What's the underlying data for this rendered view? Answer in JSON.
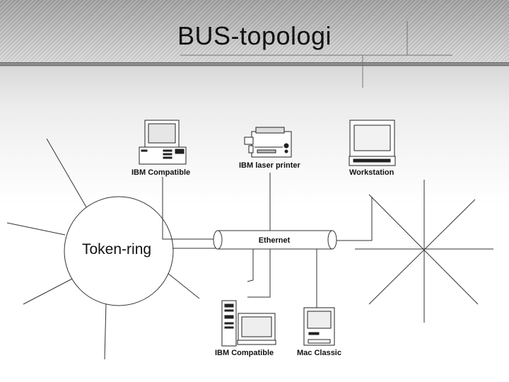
{
  "slide": {
    "title": "BUS-topologi",
    "ring_label": "Token-ring",
    "bus_label": "Ethernet"
  },
  "devices": [
    {
      "label": "IBM Compatible",
      "icon": "pc-desktop-icon"
    },
    {
      "label": "IBM laser printer",
      "icon": "laser-printer-icon"
    },
    {
      "label": "Workstation",
      "icon": "workstation-icon"
    },
    {
      "label": "IBM Compatible",
      "icon": "pc-tower-icon"
    },
    {
      "label": "Mac Classic",
      "icon": "mac-classic-icon"
    }
  ]
}
